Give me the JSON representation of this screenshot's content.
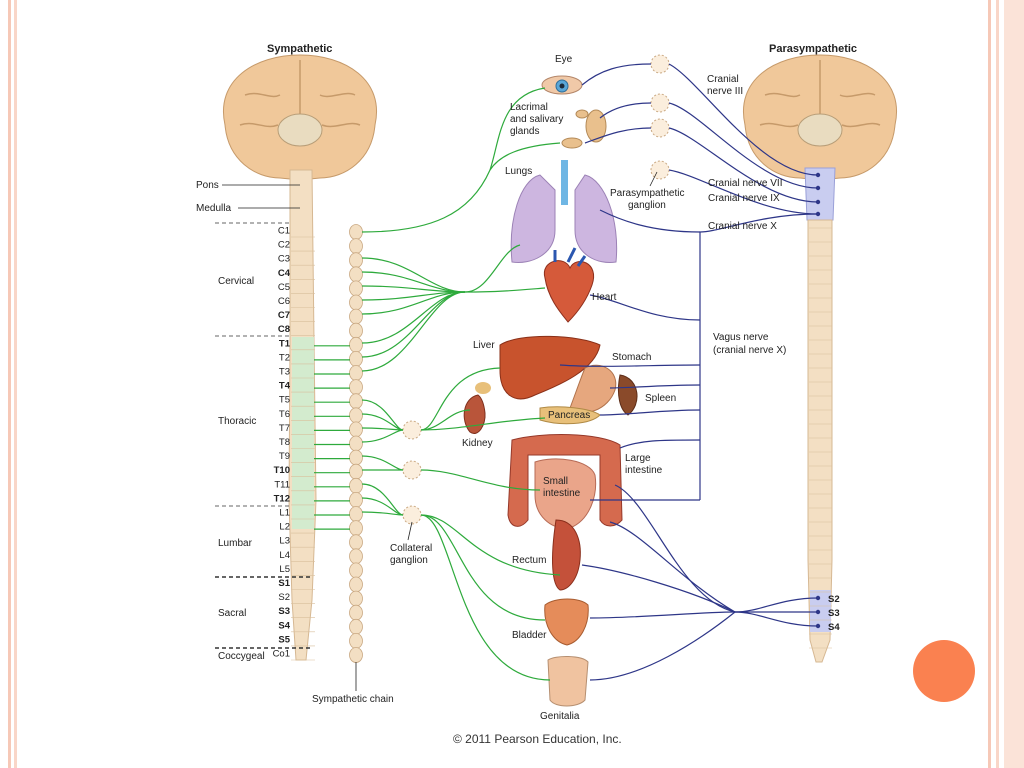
{
  "colors": {
    "sympathetic": "#2eaa3c",
    "parasympathetic": "#2e3688",
    "spine": "#f3dfc3",
    "brain": "#f0c89a",
    "thoracic_zone": "#cfeccf",
    "cranial_zone": "#c9cdf0",
    "accent_circle": "#fa8150",
    "border": "#f6c8b7"
  },
  "headings": {
    "sympathetic": "Sympathetic",
    "parasympathetic": "Parasympathetic"
  },
  "brainstem": {
    "pons": "Pons",
    "medulla": "Medulla"
  },
  "regions": {
    "cervical": "Cervical",
    "thoracic": "Thoracic",
    "lumbar": "Lumbar",
    "sacral": "Sacral",
    "coccygeal": "Coccygeal"
  },
  "segments": [
    "C1",
    "C2",
    "C3",
    "C4",
    "C5",
    "C6",
    "C7",
    "C8",
    "T1",
    "T2",
    "T3",
    "T4",
    "T5",
    "T6",
    "T7",
    "T8",
    "T9",
    "T10",
    "T11",
    "T12",
    "L1",
    "L2",
    "L3",
    "L4",
    "L5",
    "S1",
    "S2",
    "S3",
    "S4",
    "S5",
    "Co1"
  ],
  "organs": {
    "eye": "Eye",
    "lacrimal": [
      "Lacrimal",
      "and salivary",
      "glands"
    ],
    "lungs": "Lungs",
    "heart": "Heart",
    "liver": "Liver",
    "stomach": "Stomach",
    "spleen": "Spleen",
    "pancreas": "Pancreas",
    "kidney": "Kidney",
    "large_intestine": [
      "Large",
      "intestine"
    ],
    "small_intestine": [
      "Small",
      "intestine"
    ],
    "rectum": "Rectum",
    "bladder": "Bladder",
    "genitalia": "Genitalia"
  },
  "ganglia": {
    "parasympathetic": [
      "Parasympathetic",
      "ganglion"
    ],
    "collateral": [
      "Collateral",
      "ganglion"
    ],
    "sympathetic_chain": "Sympathetic chain"
  },
  "nerves": {
    "cranial_iii": [
      "Cranial",
      "nerve III"
    ],
    "cranial_vii": "Cranial nerve VII",
    "cranial_ix": "Cranial nerve IX",
    "cranial_x": "Cranial nerve X",
    "vagus": [
      "Vagus nerve",
      "(cranial nerve X)"
    ]
  },
  "sacral_outputs": [
    "S2",
    "S3",
    "S4"
  ],
  "copyright": "© 2011 Pearson Education, Inc."
}
